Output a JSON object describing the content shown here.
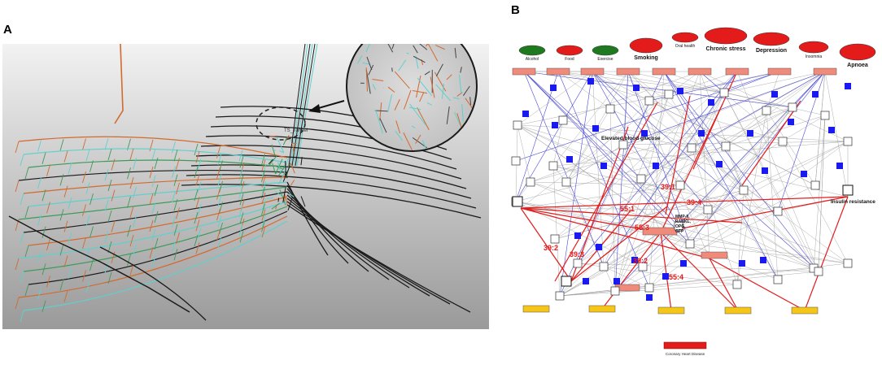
{
  "figure": {
    "panel_a": {
      "letter": "A",
      "callout_label": "TS_Tunnel",
      "colors": {
        "black_lines": "#1a1a1a",
        "orange_lines": "#d26a2e",
        "cyan_lines": "#5fd0cc",
        "green_lines": "#3e9a5a",
        "background_top": "#f2f2f2",
        "background_bottom": "#9a9a9a"
      }
    },
    "panel_b": {
      "letter": "B",
      "top_factors": [
        {
          "label": "Alcohol",
          "color": "#1f7a1f"
        },
        {
          "label": "Food",
          "color": "#e31b1b"
        },
        {
          "label": "Exercise",
          "color": "#1f7a1f"
        },
        {
          "label": "Smoking",
          "color": "#e31b1b"
        },
        {
          "label": "Oral health",
          "color": "#e31b1b"
        },
        {
          "label": "Chronic stress",
          "color": "#e31b1b"
        },
        {
          "label": "Depression",
          "color": "#e31b1b"
        },
        {
          "label": "Insomnia",
          "color": "#e31b1b"
        },
        {
          "label": "Apnoea",
          "color": "#e31b1b"
        }
      ],
      "center_labels": {
        "elevated_glucose": "Elevated blood glucose",
        "insulin_resistance": "Insulin resistance",
        "mmp": "MMP-9,\nRANKL,\nOPG,\nGFP"
      },
      "ratio_labels": [
        "55:1",
        "55:3",
        "55:4",
        "39:4",
        "39:1",
        "39:2",
        "39:3",
        "39:2"
      ],
      "bottom_outcome": "Coronary Heart Disease",
      "colors": {
        "red_edges": "#e31b1b",
        "gray_edges": "#9a9a9a",
        "blue_edges": "#4a4ad8",
        "salmon_nodes": "#f08b7c",
        "yellow_nodes": "#f5c518",
        "blue_nodes": "#1a1aee"
      }
    }
  }
}
